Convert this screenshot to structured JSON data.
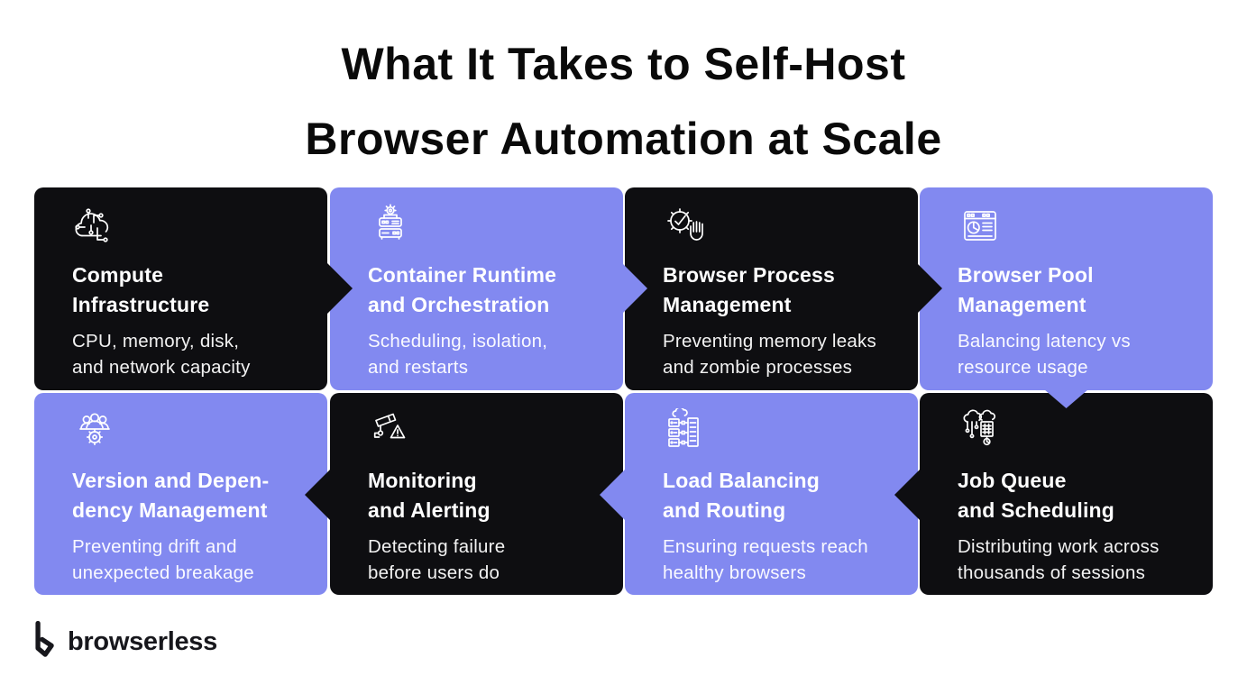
{
  "title": {
    "line1": "What It Takes to Self-Host",
    "line2": "Browser Automation at Scale"
  },
  "colors": {
    "accent_purple": "#8289F0",
    "card_black": "#0E0E11",
    "background": "#FFFFFF",
    "card_text": "#FFFFFF",
    "title_text": "#0A0A0A"
  },
  "cards": [
    {
      "variant": "black",
      "icon": "cloud-circuit-icon",
      "title_line1": "Compute",
      "title_line2": "Infrastructure",
      "subtitle_line1": "CPU, memory, disk,",
      "subtitle_line2": "and network capacity"
    },
    {
      "variant": "purple",
      "icon": "server-gear-icon",
      "title_line1": "Container Runtime",
      "title_line2": "and Orchestration",
      "subtitle_line1": "Scheduling, isolation,",
      "subtitle_line2": "and restarts"
    },
    {
      "variant": "black",
      "icon": "gear-check-hand-icon",
      "title_line1": "Browser Process",
      "title_line2": "Management",
      "subtitle_line1": "Preventing memory leaks",
      "subtitle_line2": "and zombie processes"
    },
    {
      "variant": "purple",
      "icon": "browser-dashboard-icon",
      "title_line1": "Browser Pool",
      "title_line2": "Management",
      "subtitle_line1": "Balancing latency vs",
      "subtitle_line2": "resource usage"
    },
    {
      "variant": "purple",
      "icon": "team-gear-icon",
      "title_line1": "Version and Depen-",
      "title_line2": "dency Management",
      "subtitle_line1": "Preventing drift and",
      "subtitle_line2": "unexpected breakage"
    },
    {
      "variant": "black",
      "icon": "camera-alert-icon",
      "title_line1": "Monitoring",
      "title_line2": "and Alerting",
      "subtitle_line1": "Detecting failure",
      "subtitle_line2": "before users do"
    },
    {
      "variant": "purple",
      "icon": "load-balancer-icon",
      "title_line1": "Load Balancing",
      "title_line2": "and Routing",
      "subtitle_line1": "Ensuring requests reach",
      "subtitle_line2": "healthy browsers"
    },
    {
      "variant": "black",
      "icon": "queue-schedule-icon",
      "title_line1": "Job Queue",
      "title_line2": "and Scheduling",
      "subtitle_line1": "Distributing work across",
      "subtitle_line2": "thousands of sessions"
    }
  ],
  "flow": {
    "pattern": "snake",
    "arrows": [
      "compute-to-container",
      "container-to-process",
      "process-to-pool",
      "pool-down-to-jobqueue",
      "jobqueue-to-loadbalancing",
      "loadbalancing-to-monitoring",
      "monitoring-to-version"
    ]
  },
  "brand": {
    "name": "browserless",
    "logo_icon": "browserless-b-logo-icon"
  }
}
